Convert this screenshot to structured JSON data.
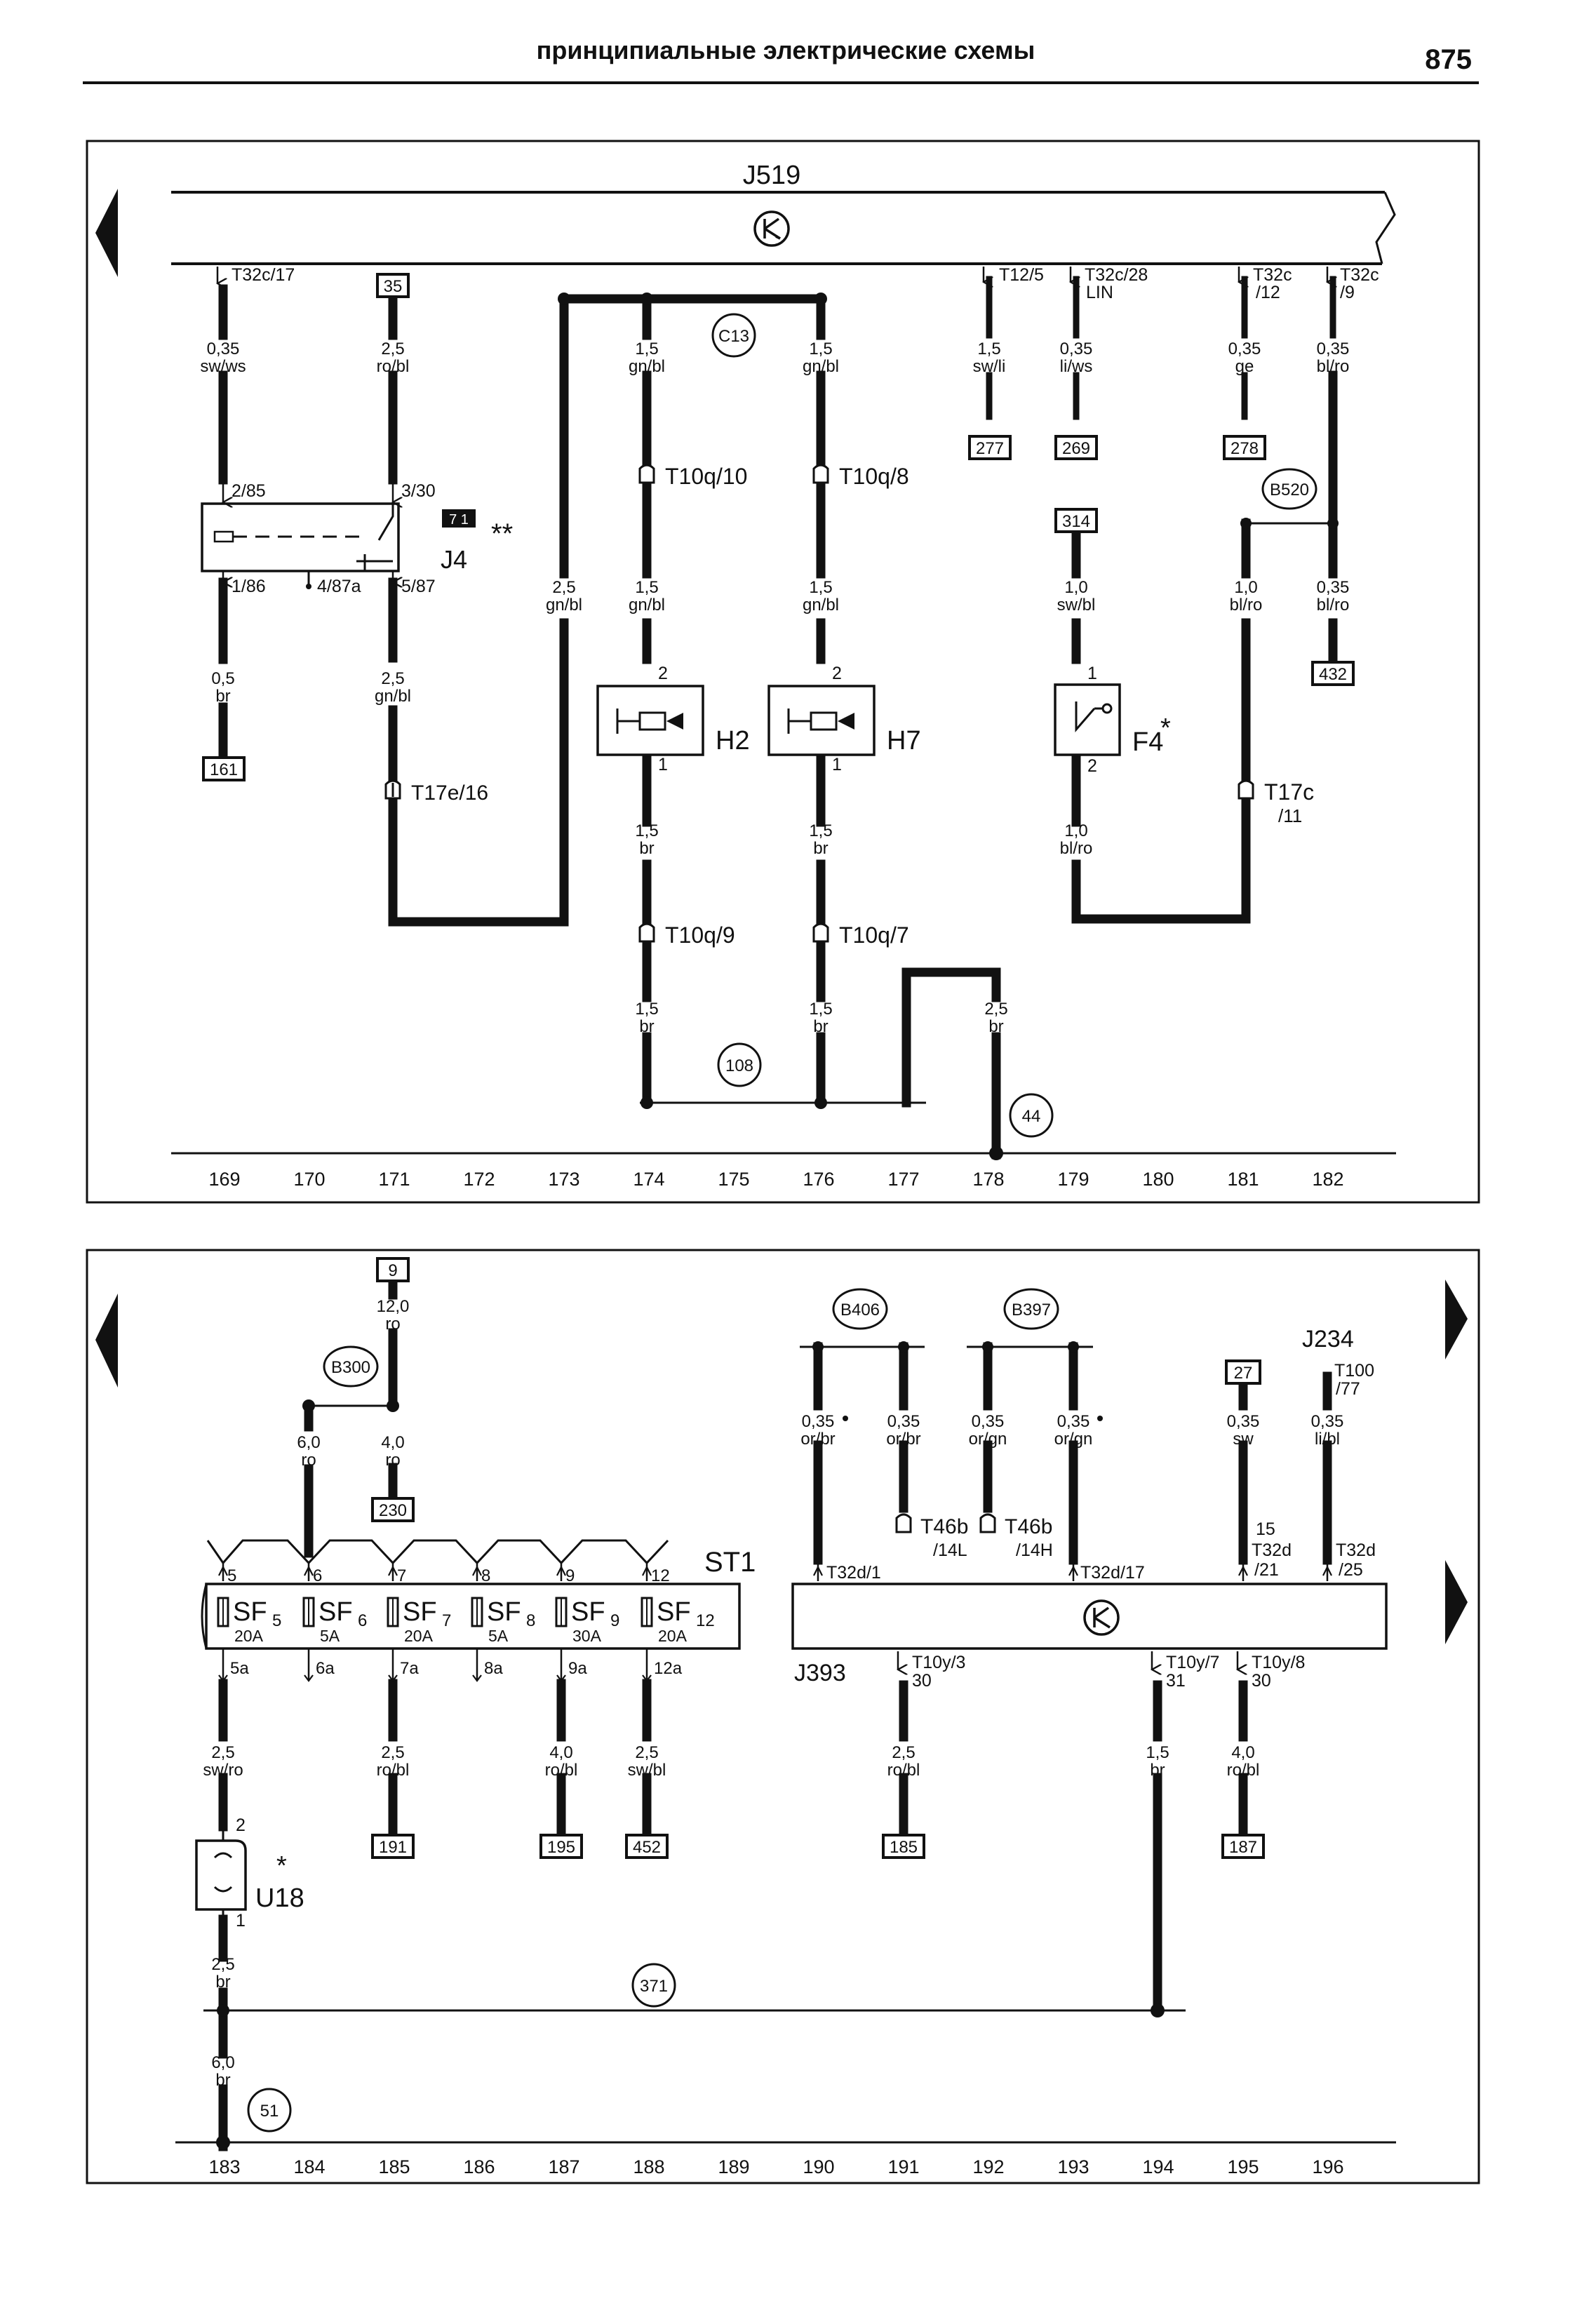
{
  "header": {
    "title": "принципиальные электрические схемы",
    "page_number": "875"
  },
  "top": {
    "component_title": "J519",
    "columns": [
      "169",
      "170",
      "171",
      "172",
      "173",
      "174",
      "175",
      "176",
      "177",
      "178",
      "179",
      "180",
      "181",
      "182"
    ],
    "conn_t32c17": "T32c/17",
    "conn_t125": "T12/5",
    "conn_t32c28": "T32c/28",
    "conn_lin": "LIN",
    "conn_t32c12_a": "T32c",
    "conn_t32c12_b": "/12",
    "conn_t32c9_a": "T32c",
    "conn_t32c9_b": "/9",
    "ref_35": "35",
    "ref_161": "161",
    "ref_277": "277",
    "ref_269": "269",
    "ref_278": "278",
    "ref_314": "314",
    "ref_432": "432",
    "node_c13": "C13",
    "node_b520": "B520",
    "node_108": "108",
    "node_44": "44",
    "w169a_s": "0,35",
    "w169a_c": "sw/ws",
    "w169b_s": "0,5",
    "w169b_c": "br",
    "w171a_s": "2,5",
    "w171a_c": "ro/bl",
    "w171b_s": "2,5",
    "w171b_c": "gn/bl",
    "w173_s": "2,5",
    "w173_c": "gn/bl",
    "w174a_s": "1,5",
    "w174a_c": "gn/bl",
    "w174b_s": "1,5",
    "w174b_c": "gn/bl",
    "w174c_s": "1,5",
    "w174c_c": "br",
    "w174d_s": "1,5",
    "w174d_c": "br",
    "w176a_s": "1,5",
    "w176a_c": "gn/bl",
    "w176b_s": "1,5",
    "w176b_c": "gn/bl",
    "w176c_s": "1,5",
    "w176c_c": "br",
    "w176d_s": "1,5",
    "w176d_c": "br",
    "w178_s": "2,5",
    "w178_c": "br",
    "w179a_s": "1,5",
    "w179a_c": "sw/li",
    "w180a_s": "0,35",
    "w180a_c": "li/ws",
    "w180b_s": "1,0",
    "w180b_c": "sw/bl",
    "w180c_s": "1,0",
    "w180c_c": "bl/ro",
    "w181a_s": "0,35",
    "w181a_c": "ge",
    "w181b_s": "1,0",
    "w181b_c": "bl/ro",
    "w182a_s": "0,35",
    "w182a_c": "bl/ro",
    "w182b_s": "0,35",
    "w182b_c": "bl/ro",
    "relay_name": "J4",
    "relay_marker": "7 1",
    "relay_stars": "**",
    "pin_285": "2/85",
    "pin_330": "3/30",
    "pin_186": "1/86",
    "pin_487a": "4/87a",
    "pin_587": "5/87",
    "t17e16": "T17e/16",
    "t10q10": "T10q/10",
    "t10q8": "T10q/8",
    "t10q9": "T10q/9",
    "t10q7": "T10q/7",
    "t17c_a": "T17c",
    "t17c_b": "/11",
    "h2": "H2",
    "h7": "H7",
    "f4": "F4",
    "f4_star": "*",
    "pin_2": "2",
    "pin_1": "1"
  },
  "bottom": {
    "columns": [
      "183",
      "184",
      "185",
      "186",
      "187",
      "188",
      "189",
      "190",
      "191",
      "192",
      "193",
      "194",
      "195",
      "196"
    ],
    "ref_9": "9",
    "ref_230": "230",
    "ref_191": "191",
    "ref_195": "195",
    "ref_452": "452",
    "ref_185": "185",
    "ref_187": "187",
    "ref_27": "27",
    "node_b300": "B300",
    "node_b406": "B406",
    "node_b397": "B397",
    "node_371": "371",
    "node_51": "51",
    "w_top_s": "12,0",
    "w_top_c": "ro",
    "w184_s": "6,0",
    "w184_c": "ro",
    "w185_s": "4,0",
    "w185_c": "ro",
    "w183a_s": "2,5",
    "w183a_c": "sw/ro",
    "w183b_s": "2,5",
    "w183b_c": "br",
    "w183c_s": "6,0",
    "w183c_c": "br",
    "w185b_s": "2,5",
    "w185b_c": "ro/bl",
    "w187_s": "4,0",
    "w187_c": "ro/bl",
    "w188_s": "2,5",
    "w188_c": "sw/bl",
    "w190_s": "0,35",
    "w190_c": "or/br",
    "w191a_s": "0,35",
    "w191a_c": "or/br",
    "w192_s": "0,35",
    "w192_c": "or/gn",
    "w193_s": "0,35",
    "w193_c": "or/gn",
    "w191b_s": "2,5",
    "w191b_c": "ro/bl",
    "w194_s": "1,5",
    "w194_c": "br",
    "w195a_s": "0,35",
    "w195a_c": "sw",
    "w195b_s": "4,0",
    "w195b_c": "ro/bl",
    "w196_s": "0,35",
    "w196_c": "li/bl",
    "fuse_block": "ST1",
    "fuses": [
      {
        "name": "SF5",
        "rating": "20A",
        "in": "5",
        "out": "5a"
      },
      {
        "name": "SF6",
        "rating": "5A",
        "in": "6",
        "out": "6a"
      },
      {
        "name": "SF7",
        "rating": "20A",
        "in": "7",
        "out": "7a"
      },
      {
        "name": "SF8",
        "rating": "5A",
        "in": "8",
        "out": "8a"
      },
      {
        "name": "SF9",
        "rating": "30A",
        "in": "9",
        "out": "9a"
      },
      {
        "name": "SF12",
        "rating": "20A",
        "in": "12",
        "out": "12a"
      }
    ],
    "u18": "U18",
    "u18_star": "*",
    "j393": "J393",
    "j234": "J234",
    "t46b_a1": "T46b",
    "t46b_a2": "/14L",
    "t46b_b1": "T46b",
    "t46b_b2": "/14H",
    "t32d1": "T32d/1",
    "t32d17": "T32d/17",
    "t32d21_a": "T32d",
    "t32d21_b": "/21",
    "t32d21_pin": "15",
    "t32d25_a": "T32d",
    "t32d25_b": "/25",
    "t100_a": "T100",
    "t100_b": "/77",
    "t10y3_a": "T10y/3",
    "t10y3_b": "30",
    "t10y7_a": "T10y/7",
    "t10y7_b": "31",
    "t10y8_a": "T10y/8",
    "t10y8_b": "30",
    "pin_2": "2",
    "pin_1": "1"
  }
}
